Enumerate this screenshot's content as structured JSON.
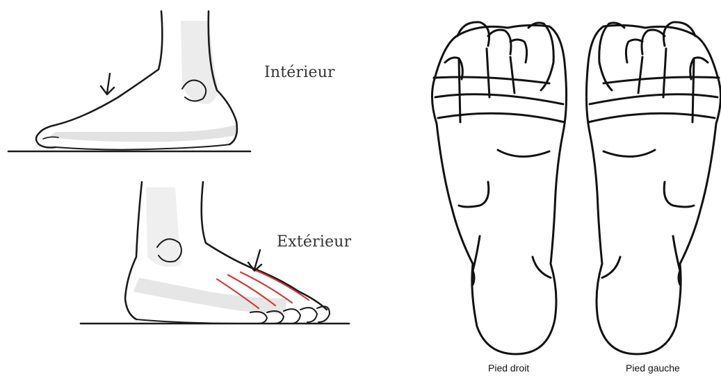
{
  "side_views": {
    "inner_label": "Intérieur",
    "outer_label": "Extérieur"
  },
  "sole_views": {
    "right_label": "Pied droit",
    "left_label": "Pied gauche"
  },
  "colors": {
    "ink": "#1a1a1a",
    "shade": "#cfcfcf",
    "accent_red": "#d23a3a"
  }
}
